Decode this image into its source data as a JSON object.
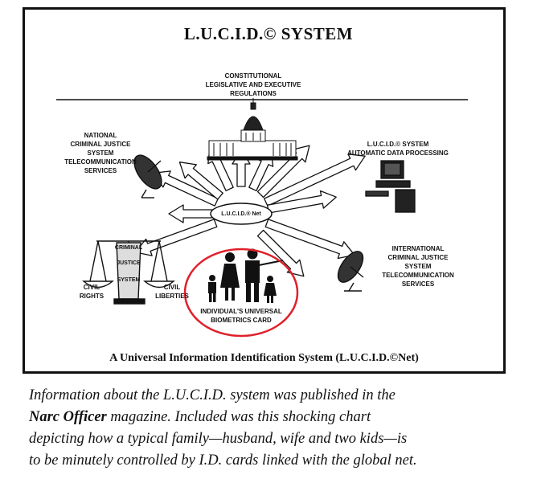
{
  "diagram": {
    "title": "L.U.C.I.D.© SYSTEM",
    "hub_label": "L.U.C.I.D.® Net",
    "nodes": {
      "constitutional": "CONSTITUTIONAL\nLEGISLATIVE AND EXECUTIVE\nREGULATIONS",
      "national": "NATIONAL\nCRIMINAL JUSTICE\nSYSTEM\nTELECOMMUNICATION\nSERVICES",
      "adp": "L.U.C.I.D.© SYSTEM\nAUTOMATIC DATA PROCESSING",
      "international": "INTERNATIONAL\nCRIMINAL JUSTICE\nSYSTEM\nTELECOMMUNICATION\nSERVICES",
      "scale_top": "CRIMINAL",
      "scale_mid": "JUSTICE",
      "scale_low": "SYSTEM",
      "civil_rights": "CIVIL\nRIGHTS",
      "civil_liberties": "CIVIL\nLIBERTIES",
      "biometrics": "INDIVIDUAL'S UNIVERSAL\nBIOMETRICS CARD"
    },
    "footer": "A Universal Information Identification System (L.U.C.I.D.©Net)",
    "colors": {
      "ink": "#111111",
      "highlight_circle": "#e0202a"
    },
    "icons": [
      "capitol-building-icon",
      "satellite-dish-icon",
      "computer-terminal-icon",
      "scales-of-justice-icon",
      "family-figures-icon"
    ]
  },
  "caption": {
    "line1": "Information about the L.U.C.I.D. system was published in the",
    "line2_bold": "Narc Officer",
    "line2_rest": " magazine. Included was this shocking chart",
    "line3": "depicting how a typical family—husband, wife and two kids—is",
    "line4": "to be minutely controlled by I.D. cards linked with the global net."
  }
}
